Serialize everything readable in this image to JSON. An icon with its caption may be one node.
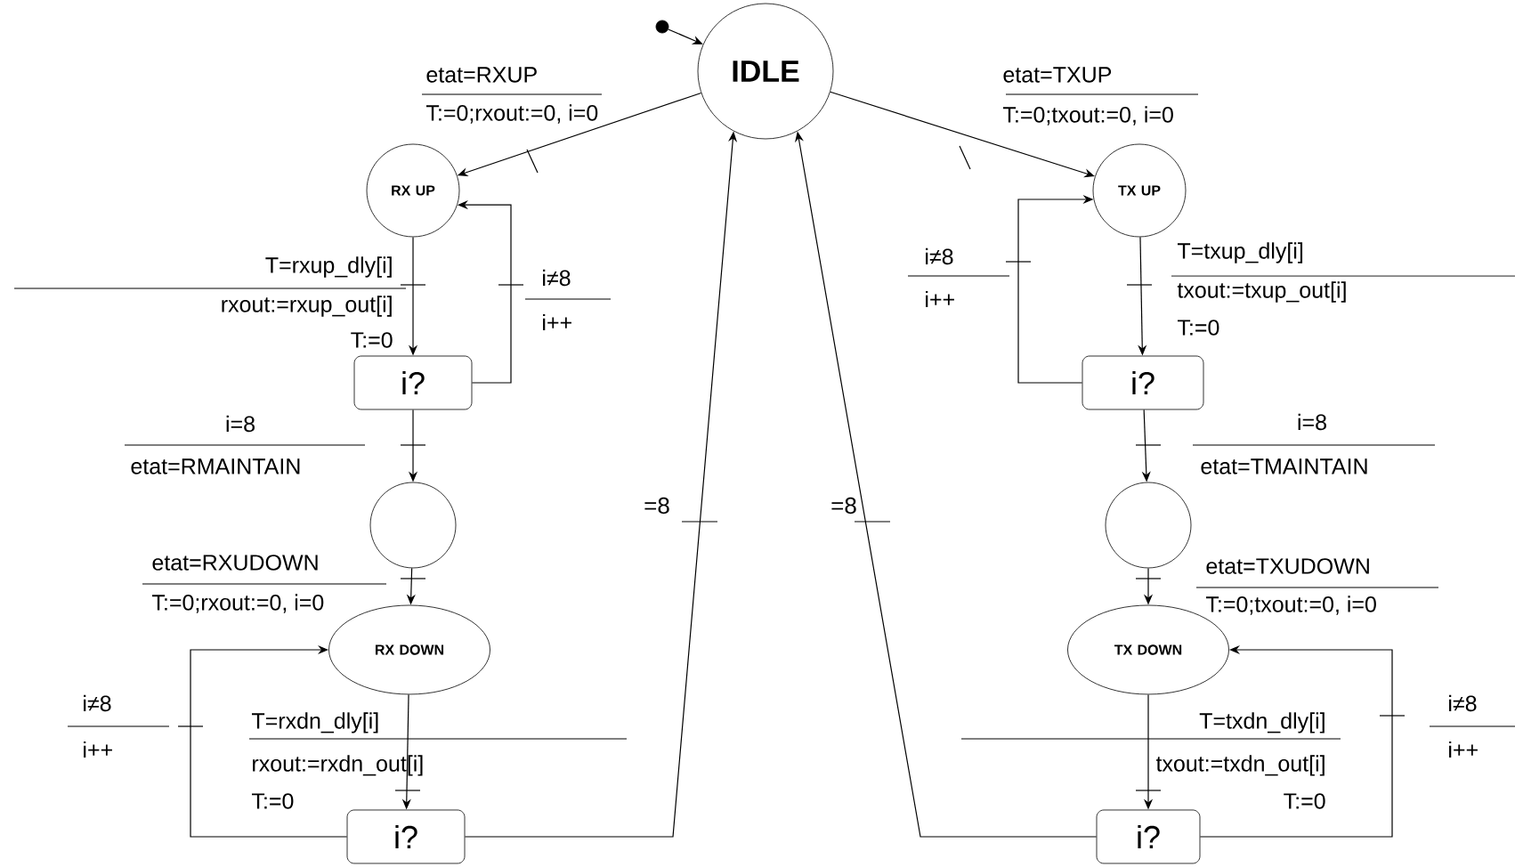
{
  "diagram": {
    "nodes": [
      {
        "text": [],
        "shape": "circle"
      },
      {
        "text": [
          "IDLE"
        ]
      },
      {
        "text": [
          "RX UP"
        ]
      },
      {
        "text": [
          "i?"
        ]
      },
      {
        "text": [],
        "shape": "circle"
      },
      {
        "text": [
          "RX DOWN"
        ]
      },
      {
        "text": [
          "i?"
        ]
      },
      {
        "text": [
          "TX UP"
        ]
      },
      {
        "text": [
          "i?"
        ]
      },
      {
        "text": [],
        "shape": "circle"
      },
      {
        "text": [
          "TX DOWN"
        ]
      },
      {
        "text": [
          "i?"
        ]
      }
    ],
    "edges": [
      {
        "from": 0,
        "to": 1,
        "arrow": "to"
      },
      {
        "from": 1,
        "to": 2,
        "arrow": "to"
      },
      {
        "from": 1,
        "to": 7,
        "arrow": "to"
      },
      {
        "from": 2,
        "to": 3,
        "arrow": "to"
      },
      {
        "from": 3,
        "to": 2,
        "arrow": "to"
      },
      {
        "from": 3,
        "to": 4,
        "arrow": "to"
      },
      {
        "from": 4,
        "to": 5,
        "arrow": "to"
      },
      {
        "from": 5,
        "to": 6,
        "arrow": "to"
      },
      {
        "from": 6,
        "to": 5,
        "arrow": "to"
      },
      {
        "from": 6,
        "to": 1,
        "arrow": "to",
        "label": "=8"
      },
      {
        "from": 7,
        "to": 8,
        "arrow": "to"
      },
      {
        "from": 8,
        "to": 7,
        "arrow": "to"
      },
      {
        "from": 8,
        "to": 9,
        "arrow": "to"
      },
      {
        "from": 9,
        "to": 10,
        "arrow": "to"
      },
      {
        "from": 10,
        "to": 11,
        "arrow": "to"
      },
      {
        "from": 11,
        "to": 10,
        "arrow": "to"
      },
      {
        "from": 11,
        "to": 1,
        "arrow": "to",
        "label": "=8"
      }
    ],
    "labels": [
      "etat=RXUP",
      "T:=0;rxout:=0, i=0",
      "etat=TXUP",
      "T:=0;txout:=0, i=0",
      "T=rxup_dly[i]",
      "rxout:=rxup_out[i]",
      "T:=0",
      "i≠8",
      "i++",
      "i≠8",
      "i++",
      "T=txup_dly[i]",
      "txout:=txup_out[i]",
      "T:=0",
      "i=8",
      "etat=RMAINTAIN",
      "i=8",
      "etat=TMAINTAIN",
      "etat=RXUDOWN",
      "T:=0;rxout:=0, i=0",
      "etat=TXUDOWN",
      "T:=0;txout:=0, i=0",
      "i≠8",
      "i++",
      "T=rxdn_dly[i]",
      "rxout:=rxdn_out[i]",
      "T:=0",
      "T=txdn_dly[i]",
      "txout:=txdn_out[i]",
      "T:=0",
      "i≠8",
      "i++"
    ]
  }
}
